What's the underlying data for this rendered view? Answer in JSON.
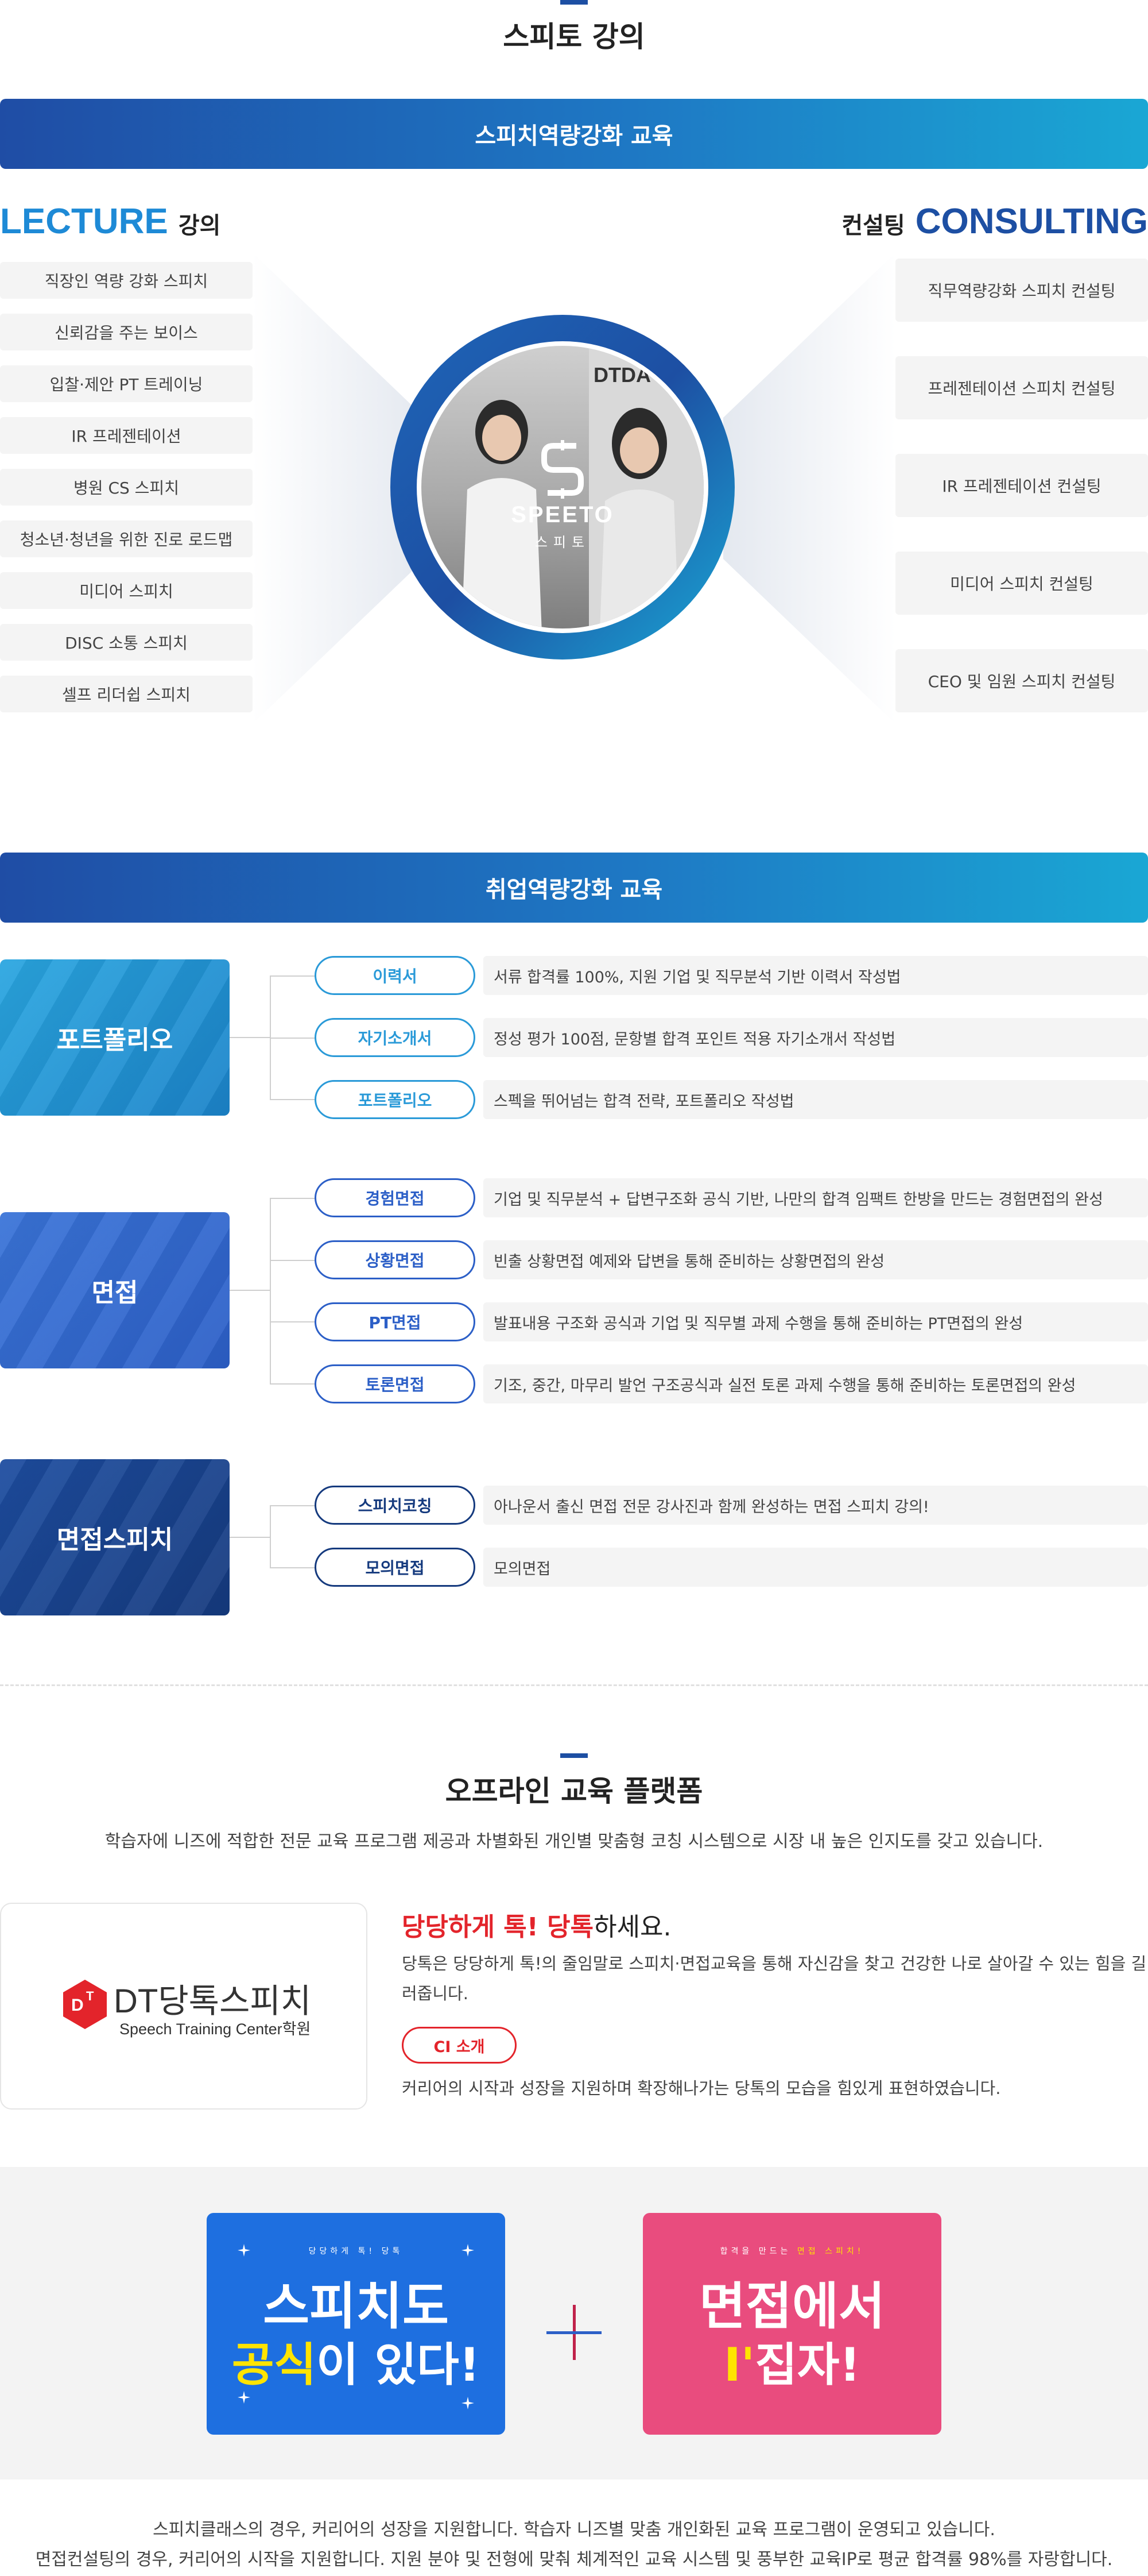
{
  "header": {
    "title": "스피토 강의"
  },
  "speech": {
    "band_title": "스피치역량강화 교육",
    "lecture_title": "LECTURE",
    "lecture_sub": "강의",
    "consulting_title": "CONSULTING",
    "consulting_sub": "컨설팅",
    "lectures": [
      "직장인 역량 강화 스피치",
      "신뢰감을 주는 보이스",
      "입찰·제안 PT 트레이닝",
      "IR 프레젠테이션",
      "병원 CS 스피치",
      "청소년·청년을 위한 진로 로드맵",
      "미디어 스피치",
      "DISC 소통 스피치",
      "셀프 리더쉽 스피치"
    ],
    "consultings": [
      "직무역량강화 스피치 컨설팅",
      "프레젠테이션 스피치 컨설팅",
      "IR 프레젠테이션 컨설팅",
      "미디어 스피치 컨설팅",
      "CEO 및 임원 스피치 컨설팅"
    ],
    "center": {
      "brand": "SPEETO",
      "brand_kr": "스피토",
      "wall_text": "DTDA"
    }
  },
  "job": {
    "band_title": "취업역량강화 교육",
    "groups": [
      {
        "name": "포트폴리오",
        "items": [
          {
            "label": "이력서",
            "desc": "서류 합격률 100%, 지원 기업 및 직무분석 기반 이력서 작성법"
          },
          {
            "label": "자기소개서",
            "desc": "정성 평가 100점, 문항별 합격 포인트 적용 자기소개서 작성법"
          },
          {
            "label": "포트폴리오",
            "desc": "스펙을 뛰어넘는 합격 전략, 포트폴리오 작성법"
          }
        ]
      },
      {
        "name": "면접",
        "items": [
          {
            "label": "경험면접",
            "desc": "기업 및 직무분석 + 답변구조화 공식 기반, 나만의 합격 임팩트 한방을 만드는 경험면접의 완성"
          },
          {
            "label": "상황면접",
            "desc": "빈출 상황면접 예제와 답변을 통해 준비하는 상황면접의 완성"
          },
          {
            "label": "PT면접",
            "desc": "발표내용 구조화 공식과 기업 및 직무별 과제 수행을 통해 준비하는 PT면접의 완성"
          },
          {
            "label": "토론면접",
            "desc": "기조, 중간, 마무리 발언 구조공식과 실전 토론 과제 수행을 통해 준비하는 토론면접의 완성"
          }
        ]
      },
      {
        "name": "면접스피치",
        "items": [
          {
            "label": "스피치코칭",
            "desc": "아나운서 출신 면접 전문 강사진과 함께 완성하는 면접 스피치 강의!"
          },
          {
            "label": "모의면접",
            "desc": "모의면접"
          }
        ]
      }
    ]
  },
  "platform": {
    "title": "오프라인 교육 플랫폼",
    "subtitle": "학습자에 니즈에 적합한 전문 교육 프로그램 제공과 차별화된 개인별 맞춤형 코칭 시스템으로 시장 내 높은 인지도를 갖고 있습니다.",
    "logo_name": "DT당톡스피치",
    "logo_tag": "Speech Training Center학원",
    "slogan_red": "당당하게 톡! 당톡",
    "slogan_rest": "하세요.",
    "desc": "당톡은 당당하게 톡!의 줄임말로 스피치·면접교육을 통해 자신감을 찾고 건강한 나로 살아갈 수 있는 힘을 길러줍니다.",
    "ci_button": "CI 소개",
    "desc2": "커리어의 시작과 성장을 지원하며 확장해나가는 당톡의 모습을 힘있게 표현하였습니다."
  },
  "promo": {
    "cardA": {
      "small": "당당하게 톡! 당톡",
      "line1": "스피치도",
      "line2_yellow": "공식",
      "line2_rest": "이 있다!"
    },
    "cardB": {
      "small_white": "합격을 만드는",
      "small_yellow": "면접 스피치!",
      "line1": "면접에서",
      "line2_yellow": "I'",
      "line2_rest": "집자!"
    },
    "colors": {
      "blue": "#1e6fe0",
      "pink": "#e94c7e",
      "yellow": "#ffe400",
      "red": "#e3242b"
    }
  },
  "bottom": {
    "line1": "스피치클래스의 경우, 커리어의 성장을 지원합니다. 학습자 니즈별 맞춤 개인화된 교육 프로그램이 운영되고 있습니다.",
    "line2": "면접컨설팅의 경우, 커리어의 시작을 지원합니다. 지원 분야 및 전형에 맞춰 체계적인 교육 시스템 및 풍부한 교육IP로 평균 합격률 98%를 자랑합니다."
  }
}
